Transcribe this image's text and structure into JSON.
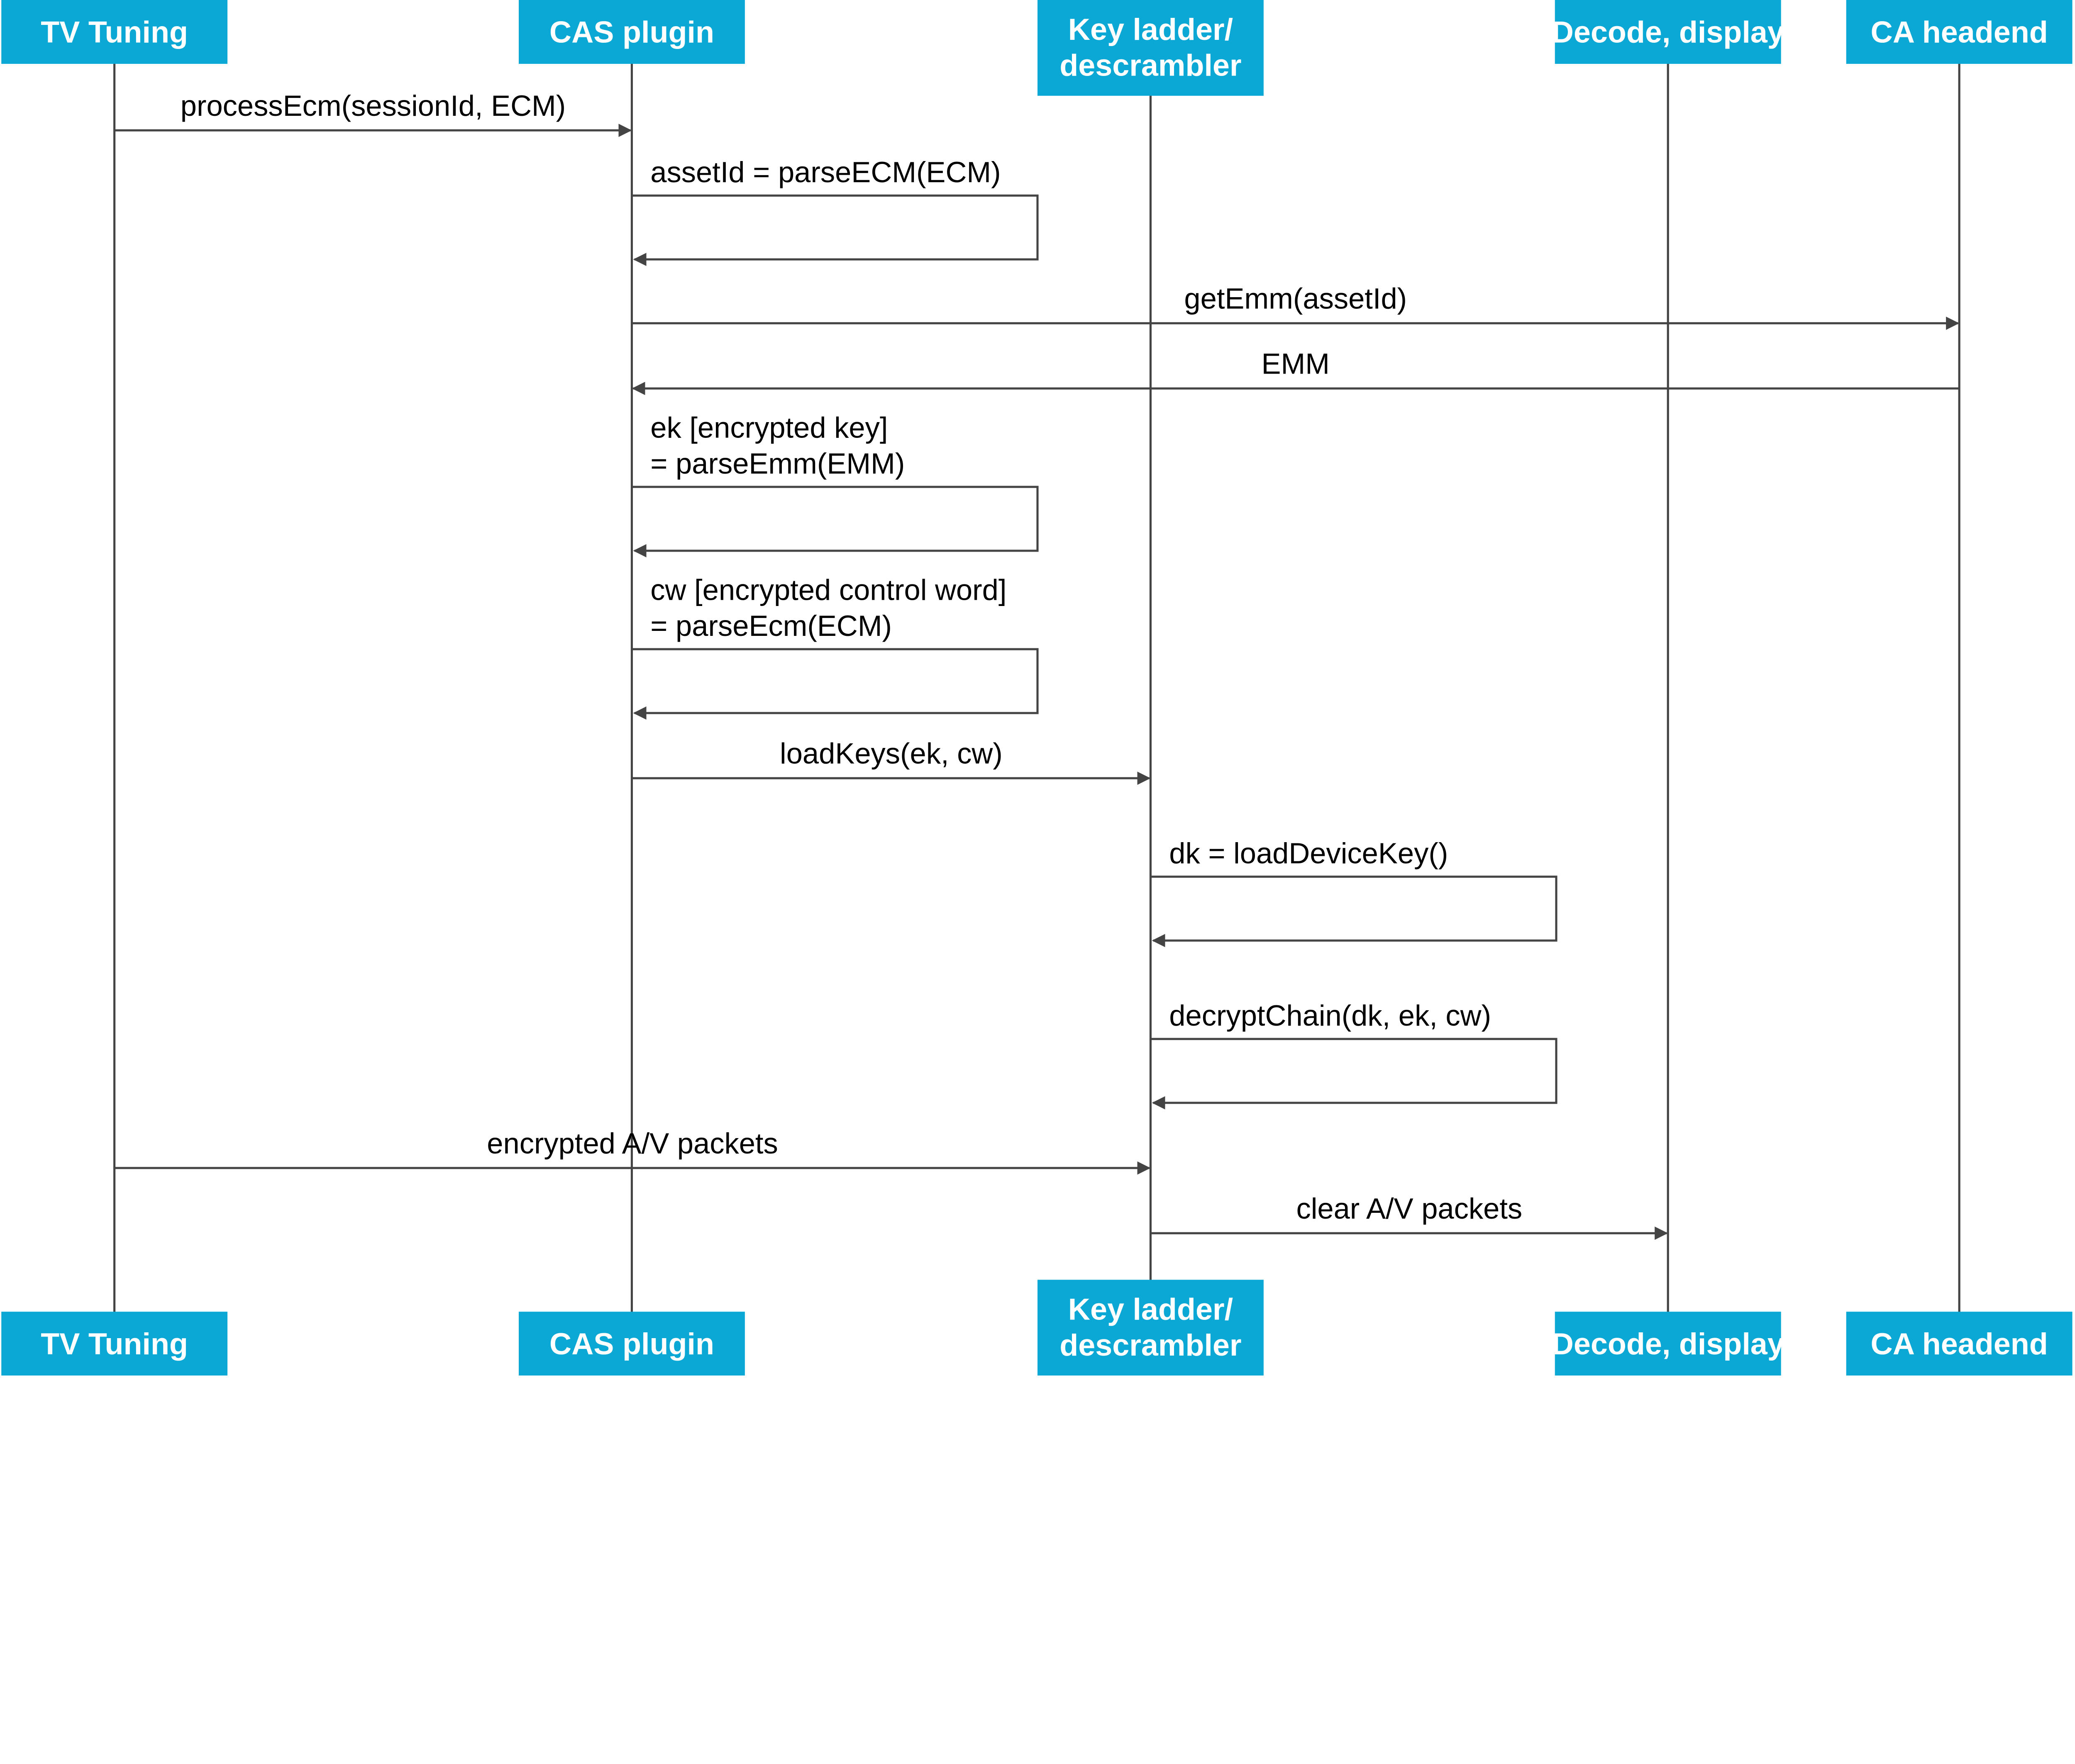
{
  "colors": {
    "participant_fill": "#0BA8D6",
    "participant_text": "#FFFFFF",
    "line": "#444444"
  },
  "participants": [
    {
      "lines": [
        "TV Tuning"
      ]
    },
    {
      "lines": [
        "CAS plugin"
      ]
    },
    {
      "lines": [
        "Key ladder/",
        "descrambler"
      ]
    },
    {
      "lines": [
        "Decode, display"
      ]
    },
    {
      "lines": [
        "CA headend"
      ]
    }
  ],
  "messages": [
    {
      "from": 0,
      "to": 1,
      "lines": [
        "processEcm(sessionId, ECM)"
      ]
    },
    {
      "from": 1,
      "to": 1,
      "lines": [
        "assetId = parseECM(ECM)"
      ]
    },
    {
      "from": 1,
      "to": 4,
      "lines": [
        "getEmm(assetId)"
      ]
    },
    {
      "from": 4,
      "to": 1,
      "lines": [
        "EMM"
      ]
    },
    {
      "from": 1,
      "to": 1,
      "lines": [
        "ek [encrypted key]",
        "= parseEmm(EMM)"
      ]
    },
    {
      "from": 1,
      "to": 1,
      "lines": [
        "cw [encrypted control word]",
        "= parseEcm(ECM)"
      ]
    },
    {
      "from": 1,
      "to": 2,
      "lines": [
        "loadKeys(ek, cw)"
      ]
    },
    {
      "from": 2,
      "to": 2,
      "lines": [
        "dk = loadDeviceKey()"
      ]
    },
    {
      "from": 2,
      "to": 2,
      "lines": [
        "decryptChain(dk, ek, cw)"
      ]
    },
    {
      "from": 0,
      "to": 2,
      "lines": [
        "encrypted A/V packets"
      ]
    },
    {
      "from": 2,
      "to": 3,
      "lines": [
        "clear A/V packets"
      ]
    }
  ]
}
